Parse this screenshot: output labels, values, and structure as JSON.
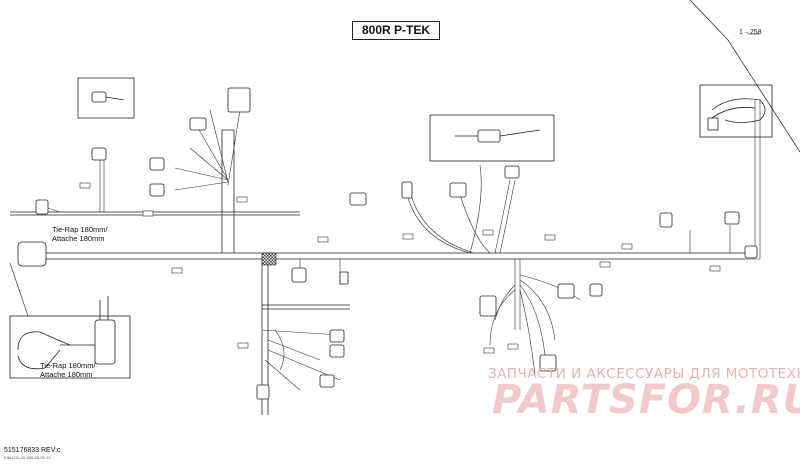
{
  "diagram": {
    "title": "800R P-TEK",
    "page_ref": "1→258",
    "doc_number": "515176833 REV:c",
    "doc_sub": "KIM1110-20-506-06-00-12",
    "tie_rap_main": "Tie-Rap 180mm/\nAttache 180mm",
    "tie_rap_detail": "Tie-Rap 180mm/\nAttache 180mm"
  },
  "watermark": {
    "line": "ЗАПЧАСТИ И АКСЕССУАРЫ ДЛЯ МОТОТЕХНИКИ",
    "brand": "PARTSFOR.RU"
  },
  "colors": {
    "line": "#222222",
    "watermark": "#f2c9c9"
  }
}
